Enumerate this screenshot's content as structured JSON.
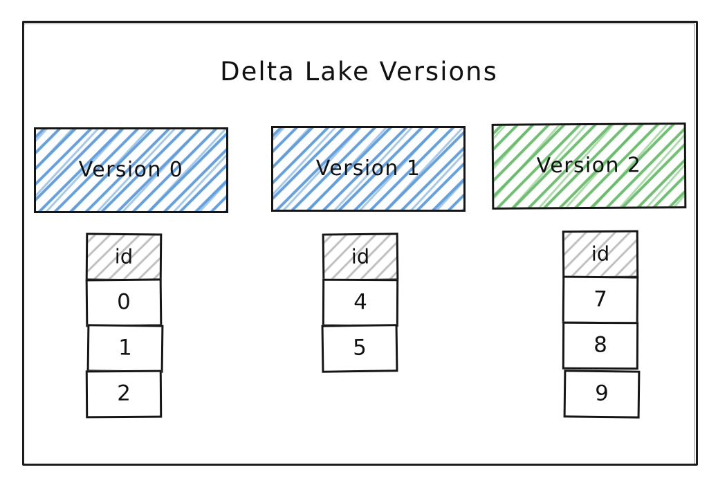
{
  "diagram": {
    "title": "Delta Lake Versions",
    "frame": {
      "name": "outer-frame"
    },
    "accent_colors": {
      "blue_hatch": "#4a90d9",
      "green_hatch": "#4caf50",
      "header_hatch": "#8c8c8c",
      "stroke": "#161616",
      "background": "#ffffff"
    },
    "versions": [
      {
        "label": "Version 0",
        "hatch_color": "#4a90d9",
        "hatch_style": "diagonal-blue",
        "table": {
          "header": "id",
          "rows": [
            "0",
            "1",
            "2"
          ]
        }
      },
      {
        "label": "Version 1",
        "hatch_color": "#4a90d9",
        "hatch_style": "diagonal-blue",
        "table": {
          "header": "id",
          "rows": [
            "4",
            "5"
          ]
        }
      },
      {
        "label": "Version 2",
        "hatch_color": "#4caf50",
        "hatch_style": "diagonal-green",
        "table": {
          "header": "id",
          "rows": [
            "7",
            "8",
            "9"
          ]
        }
      }
    ]
  }
}
